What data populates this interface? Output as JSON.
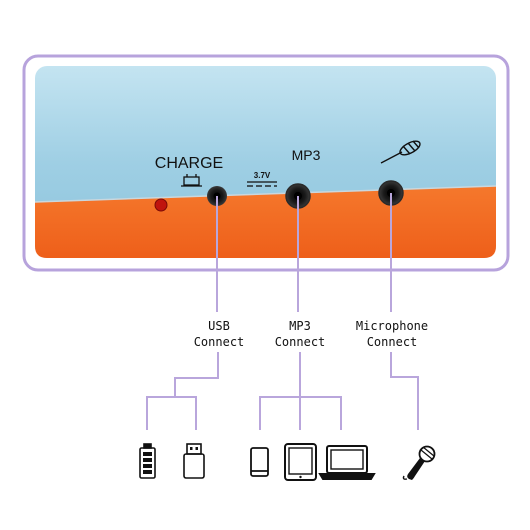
{
  "panel": {
    "charge_label": "CHARGE",
    "mp3_label": "MP3",
    "voltage_label": "3.7V"
  },
  "labels": {
    "usb": {
      "line1": "USB",
      "line2": "Connect"
    },
    "mp3": {
      "line1": "MP3",
      "line2": "Connect"
    },
    "mic": {
      "line1": "Microphone",
      "line2": "Connect"
    }
  },
  "icons": {
    "usb_group": [
      "battery-icon",
      "usb-drive-icon"
    ],
    "mp3_group": [
      "phone-icon",
      "tablet-icon",
      "laptop-icon"
    ],
    "mic_group": [
      "microphone-icon"
    ]
  },
  "colors": {
    "frame": "#b7a3dc",
    "panel_blue": "#9fcfe4",
    "panel_orange": "#f26b21",
    "connector_line": "#b9a6dc",
    "led_red": "#c0140e"
  }
}
